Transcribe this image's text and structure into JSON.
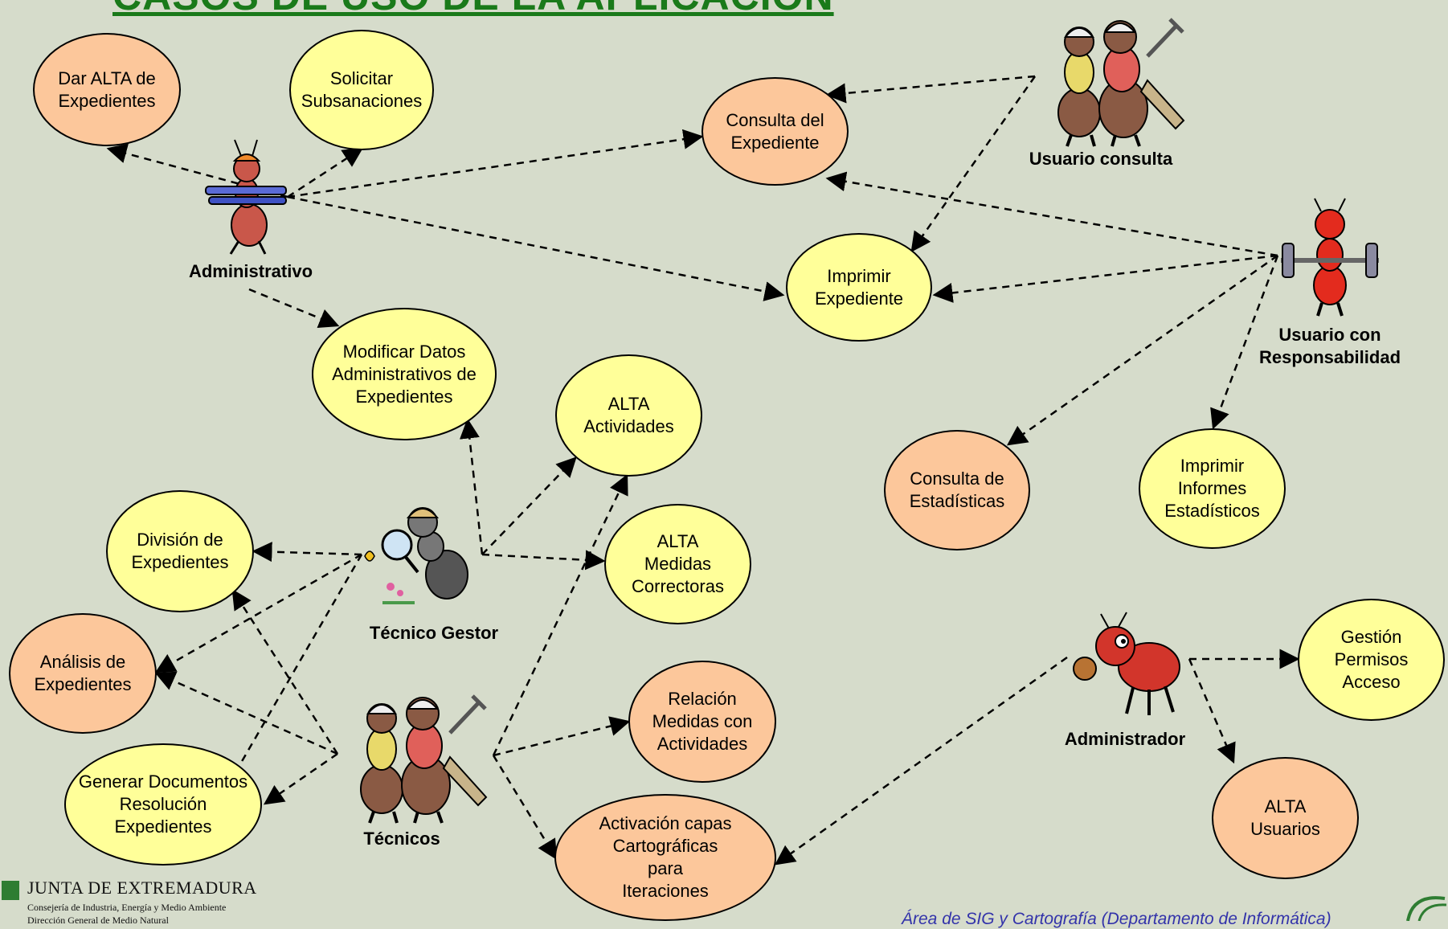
{
  "title": "CASOS DE USO DE LA APLICACIÓN",
  "use_cases": [
    {
      "id": "dar-alta-expedientes",
      "label": "Dar ALTA de\nExpedientes",
      "color": "orange"
    },
    {
      "id": "solicitar-subsanaciones",
      "label": "Solicitar\nSubsanaciones",
      "color": "yellow"
    },
    {
      "id": "consulta-expediente",
      "label": "Consulta del\nExpediente",
      "color": "orange"
    },
    {
      "id": "imprimir-expediente",
      "label": "Imprimir\nExpediente",
      "color": "yellow"
    },
    {
      "id": "modificar-datos",
      "label": "Modificar Datos\nAdministrativos de\nExpedientes",
      "color": "yellow"
    },
    {
      "id": "alta-actividades",
      "label": "ALTA\nActividades",
      "color": "yellow"
    },
    {
      "id": "consulta-estadisticas",
      "label": "Consulta de\nEstadísticas",
      "color": "orange"
    },
    {
      "id": "imprimir-informes",
      "label": "Imprimir\nInformes\nEstadísticos",
      "color": "yellow"
    },
    {
      "id": "division-expedientes",
      "label": "División de\nExpedientes",
      "color": "yellow"
    },
    {
      "id": "alta-medidas",
      "label": "ALTA\nMedidas\nCorrectoras",
      "color": "yellow"
    },
    {
      "id": "analisis-expedientes",
      "label": "Análisis de\nExpedientes",
      "color": "orange"
    },
    {
      "id": "relacion-medidas",
      "label": "Relación\nMedidas con\nActividades",
      "color": "orange"
    },
    {
      "id": "gestion-permisos",
      "label": "Gestión\nPermisos\nAcceso",
      "color": "yellow"
    },
    {
      "id": "generar-documentos",
      "label": "Generar Documentos\nResolución\nExpedientes",
      "color": "yellow"
    },
    {
      "id": "activacion-capas",
      "label": "Activación capas\nCartográficas\npara\nIteraciones",
      "color": "orange"
    },
    {
      "id": "alta-usuarios",
      "label": "ALTA\nUsuarios",
      "color": "orange"
    }
  ],
  "actors": [
    {
      "id": "administrativo",
      "label": "Administrativo",
      "icon": "ant-carrying-pipes-icon"
    },
    {
      "id": "usuario-consulta",
      "label": "Usuario consulta",
      "icon": "two-ants-with-tools-icon"
    },
    {
      "id": "usuario-responsabilidad",
      "label": "Usuario con\nResponsabilidad",
      "icon": "ant-weightlifter-icon"
    },
    {
      "id": "tecnico-gestor",
      "label": "Técnico Gestor",
      "icon": "ant-with-magnifier-icon"
    },
    {
      "id": "tecnicos",
      "label": "Técnicos",
      "icon": "two-ants-with-tools-icon"
    },
    {
      "id": "administrador",
      "label": "Administrador",
      "icon": "ant-boxer-icon"
    }
  ],
  "footer": {
    "org": "JUNTA DE EXTREMADURA",
    "dept": "Consejería de Industria, Energía y Medio Ambiente",
    "dir": "Dirección General de Medio Natural",
    "area": "Área de SIG y Cartografía (Departamento de Informática)"
  },
  "colors": {
    "background": "#d6dccb",
    "yellow_case": "#ffff99",
    "orange_case": "#fcc79b",
    "title": "#1a7a1a"
  }
}
